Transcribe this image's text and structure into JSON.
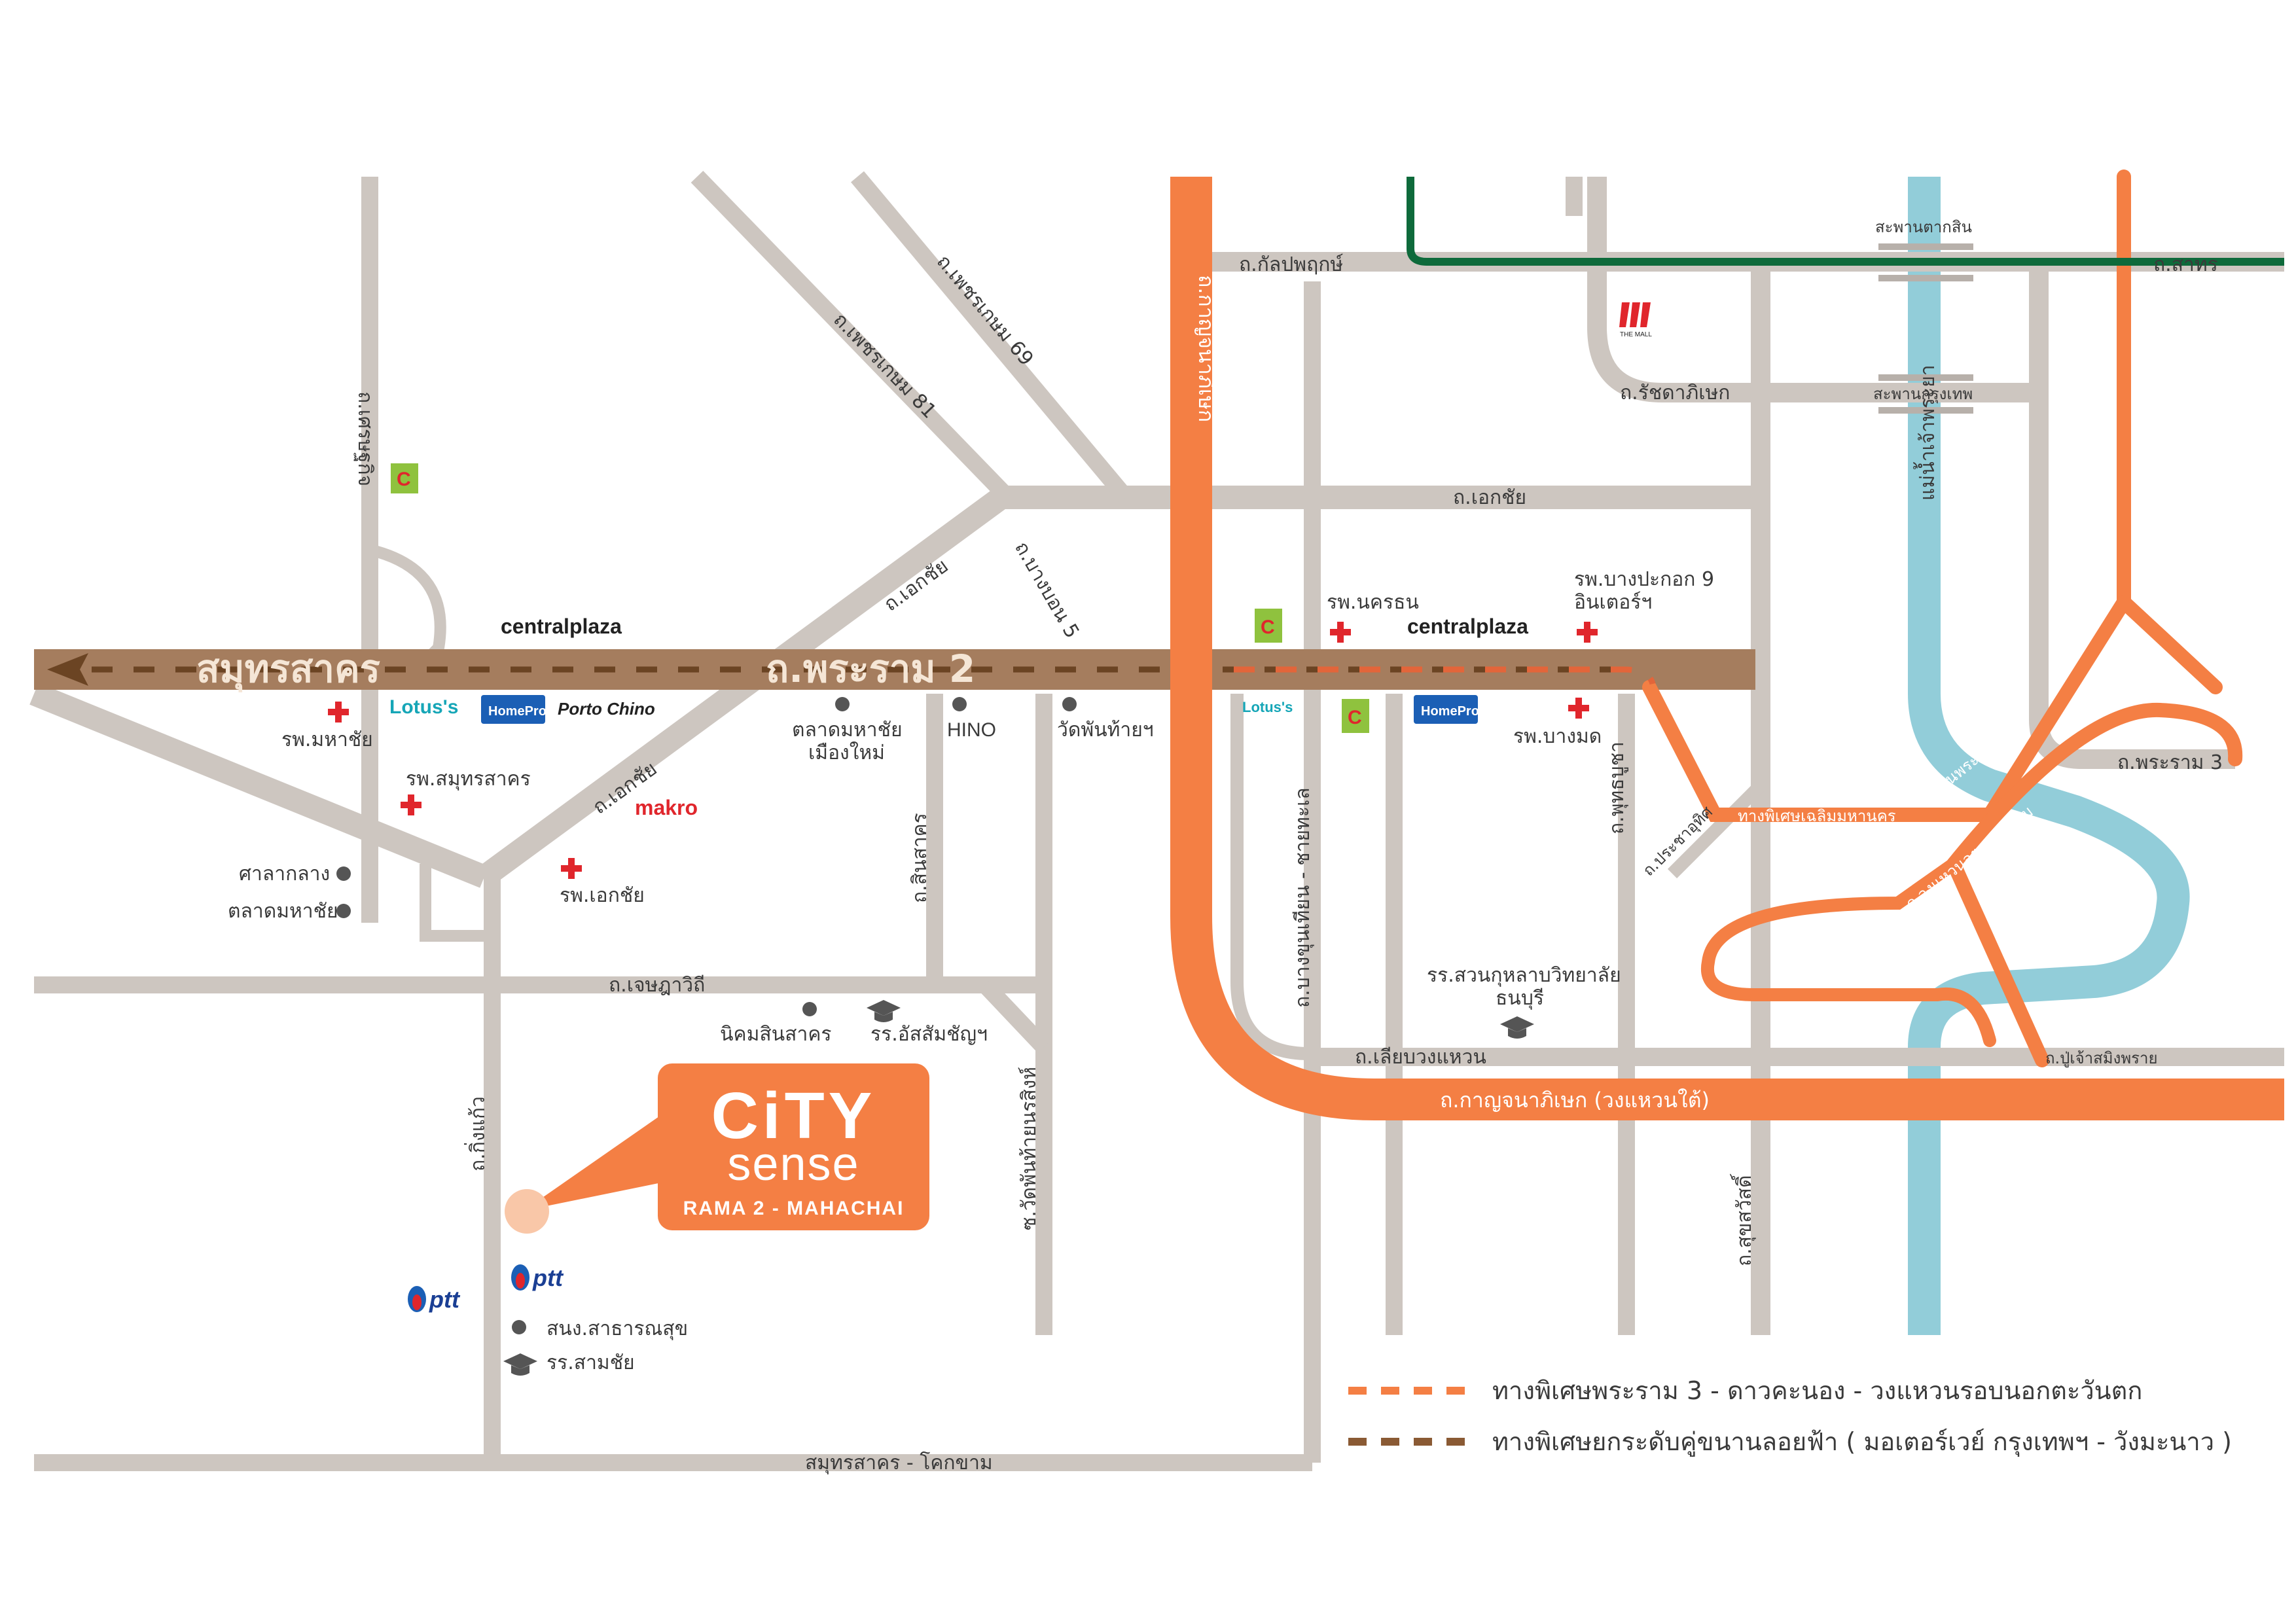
{
  "colors": {
    "road": "#cdc6c0",
    "highway": "#a57d5e",
    "expressway": "#f47f44",
    "river": "#92cdd9",
    "rail": "#0e6a3b",
    "hospital": "#e0262c",
    "dot": "#555555",
    "text": "#3a3a3a"
  },
  "main_roads": {
    "rama2_left": "สมุทรสาคร",
    "rama2_center": "ถ.พระราม 2",
    "kanchanaphisek_vertical": "ถ.กาญจนาภิเษก",
    "kanchanaphisek_ring": "ถ.กาญจนาภิเษก (วงแหวนใต้)"
  },
  "roads": {
    "setthakit": "ถ.เศรษฐกิจ",
    "phetkasem81": "ถ.เพชรเกษม 81",
    "phetkasem69": "ถ.เพชรเกษม 69",
    "ekachai_top": "ถ.เอกชัย",
    "ekachai_diag": "ถ.เอกชัย",
    "ekachai_lower": "ถ.เอกชัย",
    "bangbon5": "ถ.บางบอน 5",
    "kanlapaphruek": "ถ.กัลปพฤกษ์",
    "ratchadaphisek": "ถ.รัชดาภิเษก",
    "sathon": "ถ.สาทร",
    "rama3": "ถ.พระราม 3",
    "chetsadawithi": "ถ.เจษฎาวิถี",
    "sinsakhon": "ถ.สินสาคร",
    "watphanthai": "ซ.วัดพันท้ายนรสิงห์",
    "kingkaew": "ถ.กิ่งแก้ว",
    "bangkhunthian": "ถ.บางขุนเทียน - ชายทะเล",
    "phutthabucha": "ถ.พุทธบูชา",
    "pracha_uthit": "ถ.ประชาอุทิศ",
    "liap_wongwaen": "ถ.เลียบวงแหวน",
    "suksawat": "ถ.สุขสวัสดิ์",
    "pu_chao": "ถ.ปู่เจ้าสมิงพราย",
    "samutsakhon_khokkham": "สมุทรสาคร - โคกขาม",
    "chao_phraya": "แม่น้ำเจ้าพระยา",
    "taksin_bridge": "สะพานตากสิน",
    "krungthep_bridge": "สะพานกรุงเทพ",
    "rama9_bridge": "สะพานพระราม 9",
    "chaloem_expressway": "ทางพิเศษเฉลิมมหานคร",
    "outer_ring": "ถ.วงแหวนอุตสาหกรรม"
  },
  "places": {
    "central_left": "centralplaza",
    "central_right": "centralplaza",
    "lotus_left": "Lotus's",
    "lotus_right": "Lotus's",
    "homepro_left": "HomePro",
    "homepro_right": "HomePro",
    "porto": "Porto Chino",
    "makro": "makro",
    "themall": "THE MALL",
    "ptt1": "ptt",
    "ptt2": "ptt",
    "big_c": "C",
    "hosp_mahachai": "รพ.มหาชัย",
    "hosp_samutsakhon": "รพ.สมุทรสาคร",
    "hosp_ekachai": "รพ.เอกชัย",
    "hosp_nakhon": "รพ.นครธน",
    "hosp_bangpakok": "รพ.บางปะกอก 9",
    "hosp_bangpakok2": "อินเตอร์ฯ",
    "hosp_bangmod": "รพ.บางมด",
    "sala_klang": "ศาลากลาง",
    "talat_mahachai": "ตลาดมหาชัย",
    "talat_mahachai_new1": "ตลาดมหาชัย",
    "talat_mahachai_new2": "เมืองใหม่",
    "hino": "HINO",
    "wat_phanthai": "วัดพันท้ายฯ",
    "nikhom": "นิคมสินสาคร",
    "rr_assumption": "รร.อัสสัมชัญฯ",
    "suan_kularb1": "รร.สวนกุหลาบวิทยาลัย",
    "suan_kularb2": "ธนบุรี",
    "health_office": "สนง.สาธารณสุข",
    "rr_samchai": "รร.สามชัย"
  },
  "project": {
    "name_top": "CiTY",
    "name_bottom": "sense",
    "tagline": "RAMA 2 - MAHACHAI"
  },
  "legend": {
    "orange": "ทางพิเศษพระราม 3 - ดาวคะนอง - วงแหวนรอบนอกตะวันตก",
    "brown": "ทางพิเศษยกระดับคู่ขนานลอยฟ้า ( มอเตอร์เวย์ กรุงเทพฯ - วังมะนาว )"
  }
}
